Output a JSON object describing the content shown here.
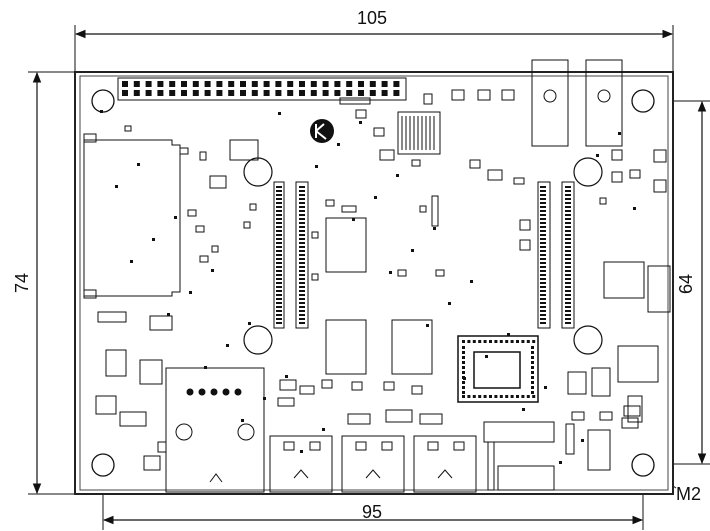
{
  "dimensions": {
    "overall_width": "105",
    "overall_height": "74",
    "hole_spacing_x": "95",
    "hole_spacing_y": "64",
    "hole_label": "M2"
  },
  "board": {
    "outline_color": "#222222",
    "line_color": "#111111"
  }
}
